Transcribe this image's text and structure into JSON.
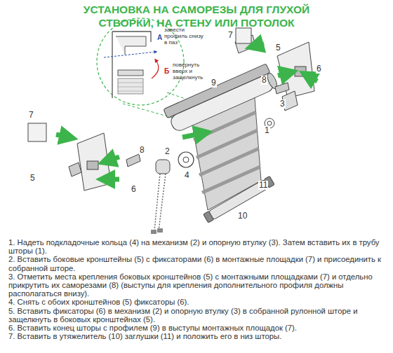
{
  "diagram": {
    "title": "УСТАНОВКА НА САМОРЕЗЫ ДЛЯ ГЛУХОЙ СТВОРКИ, НА СТЕНУ ИЛИ ПОТОЛОК",
    "labels": [
      "завести профиль снизу в паз",
      "А",
      "повернуть вверх и защелкнуть",
      "Б",
      "7",
      "5",
      "6",
      "8",
      "3",
      "9",
      "1",
      "7",
      "8",
      "2",
      "4",
      "5",
      "6",
      "11",
      "10",
      "1. Надеть подкладочные кольца (4) на механизм (2) и опорную втулку (3). Затем вставить их в трубу шторы (1).",
      "2. Вставить боковые кронштейны (5) с фиксаторами (6) в монтажные площадки (7) и присоединить к собранной шторе.",
      "3. Отметить места крепления боковых кронштейнов (5) с монтажными площадками (7) и отдельно прикрутить их саморезами (8) (выступы для крепления дополнительного профиля должны располагаться внизу).",
      "4. Снять с обоих кронштейнов (5) фиксаторы (6).",
      "5. Вставить фиксаторы (6) в механизм (2) и опорную втулку (3) в собранной рулонной шторе и защелкнуть в боковых кронштейнах (5).",
      "6. Вставить конец шторы с профилем (9) в выступы монтажных площадок (7).",
      "7. Вставить в утяжелитель (10) заглушки (11) и положить его в низ шторы."
    ]
  }
}
